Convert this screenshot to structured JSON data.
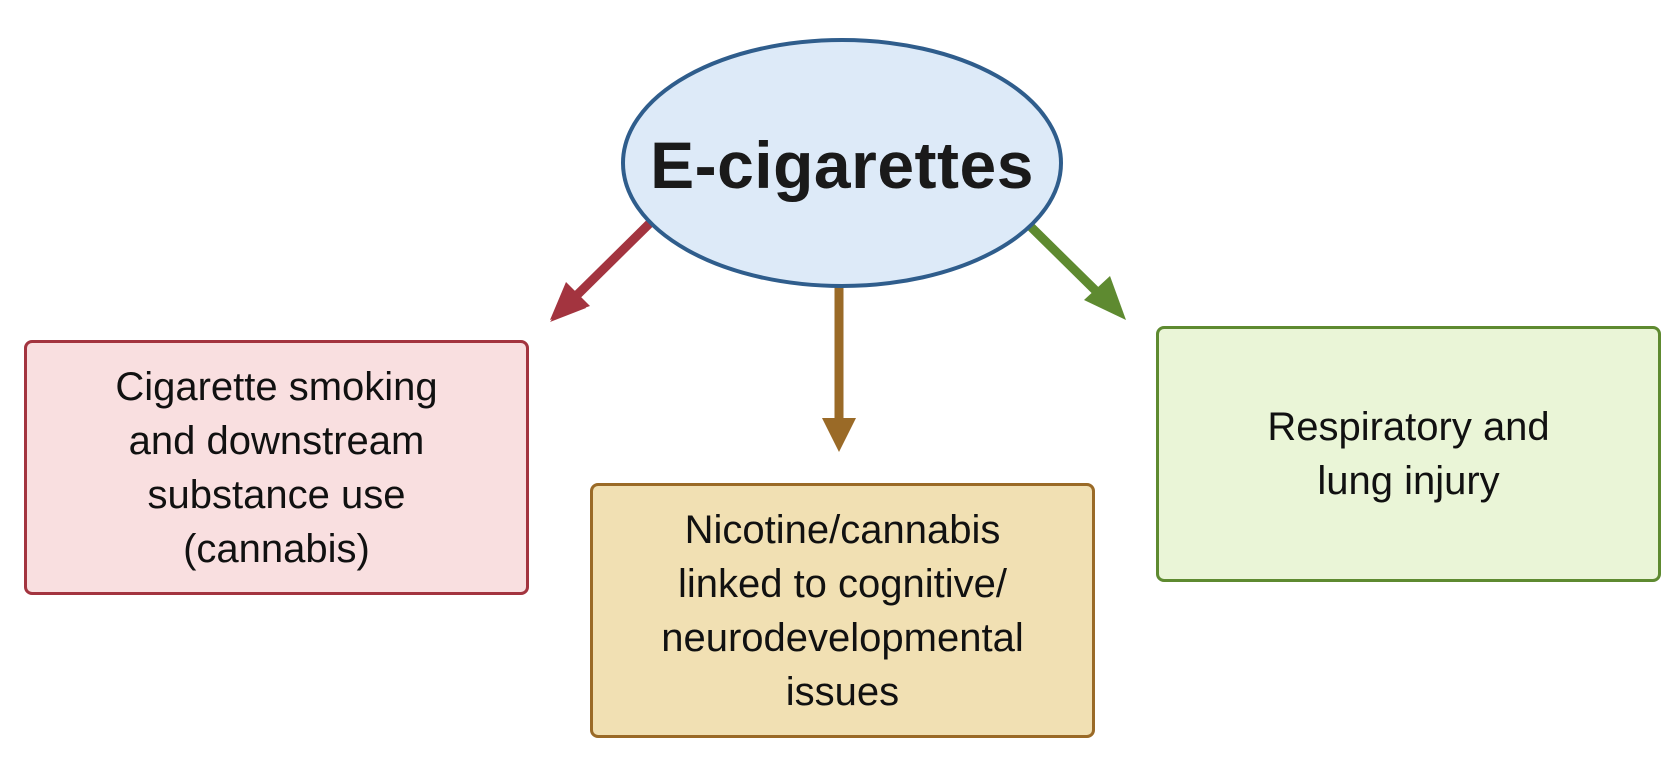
{
  "center": {
    "label": "E-cigarettes",
    "fill": "#ddeaf8",
    "stroke": "#2f5d8c"
  },
  "effects": [
    {
      "lines": [
        "Cigarette smoking",
        "and downstream",
        "substance use",
        "(cannabis)"
      ],
      "fill": "#f9dfe0",
      "border": "#a3343f",
      "arrow_color": "#a3343f"
    },
    {
      "lines": [
        "Nicotine/cannabis",
        "linked to cognitive/",
        "neurodevelopmental",
        "issues"
      ],
      "fill": "#f1e0b3",
      "border": "#9a6a27",
      "arrow_color": "#9a6a27"
    },
    {
      "lines": [
        "Respiratory and",
        "lung injury"
      ],
      "fill": "#eaf5d7",
      "border": "#5e8a30",
      "arrow_color": "#5e8a30"
    }
  ]
}
